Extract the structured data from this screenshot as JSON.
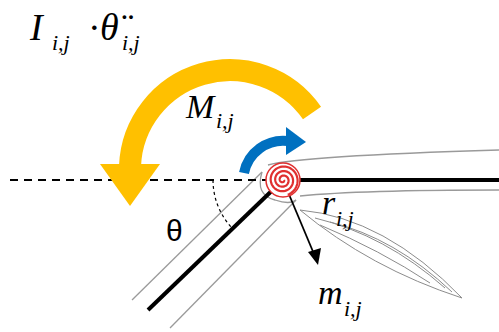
{
  "diagram": {
    "labels": [
      "I",
      "i,j",
      "·",
      "θ̈",
      "i,j",
      "M",
      "i,j",
      "θ",
      "r",
      "i,j",
      "m",
      "i,j"
    ]
  }
}
